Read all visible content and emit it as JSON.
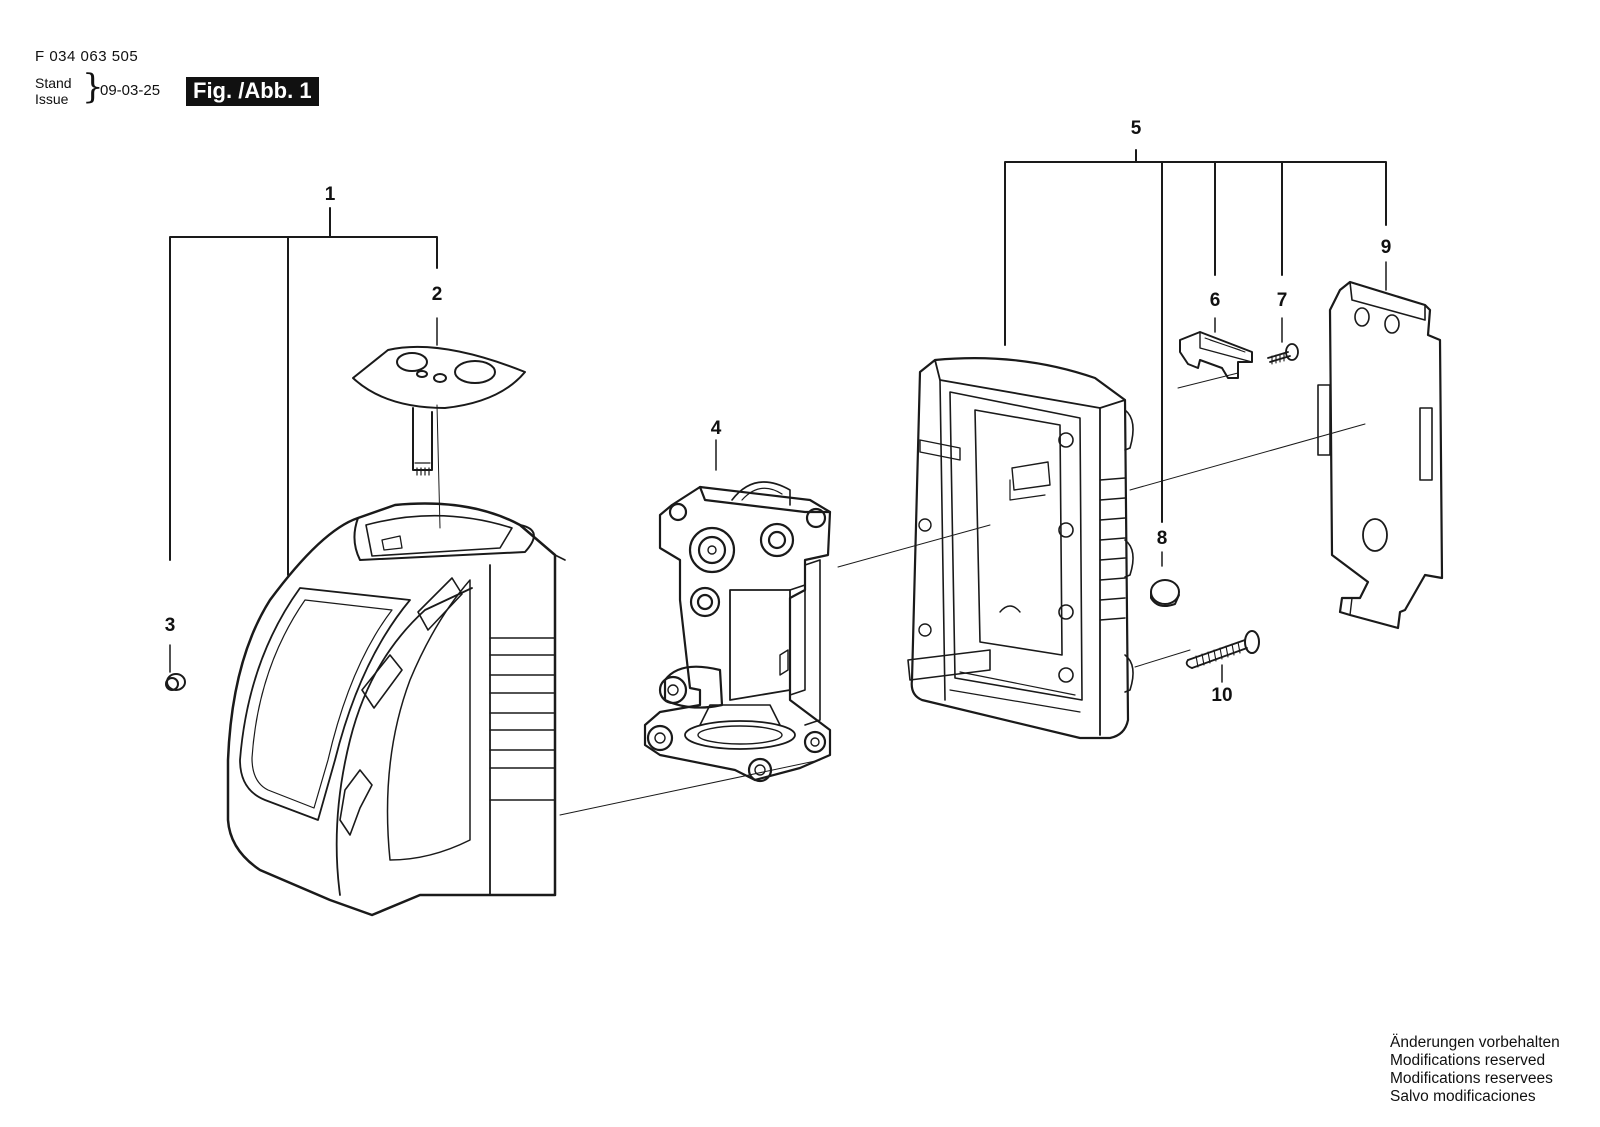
{
  "header": {
    "part_number": "F 034 063 505",
    "stand_label": "Stand",
    "issue_label": "Issue",
    "date": "09-03-25",
    "figure_label": "Fig. /Abb. 1"
  },
  "footer": {
    "lines": [
      "Änderungen vorbehalten",
      "Modifications reserved",
      "Modifications reservees",
      "Salvo modificaciones"
    ]
  },
  "callouts": {
    "p1": "1",
    "p2": "2",
    "p3": "3",
    "p4": "4",
    "p5": "5",
    "p6": "6",
    "p7": "7",
    "p8": "8",
    "p9": "9",
    "p10": "10"
  }
}
